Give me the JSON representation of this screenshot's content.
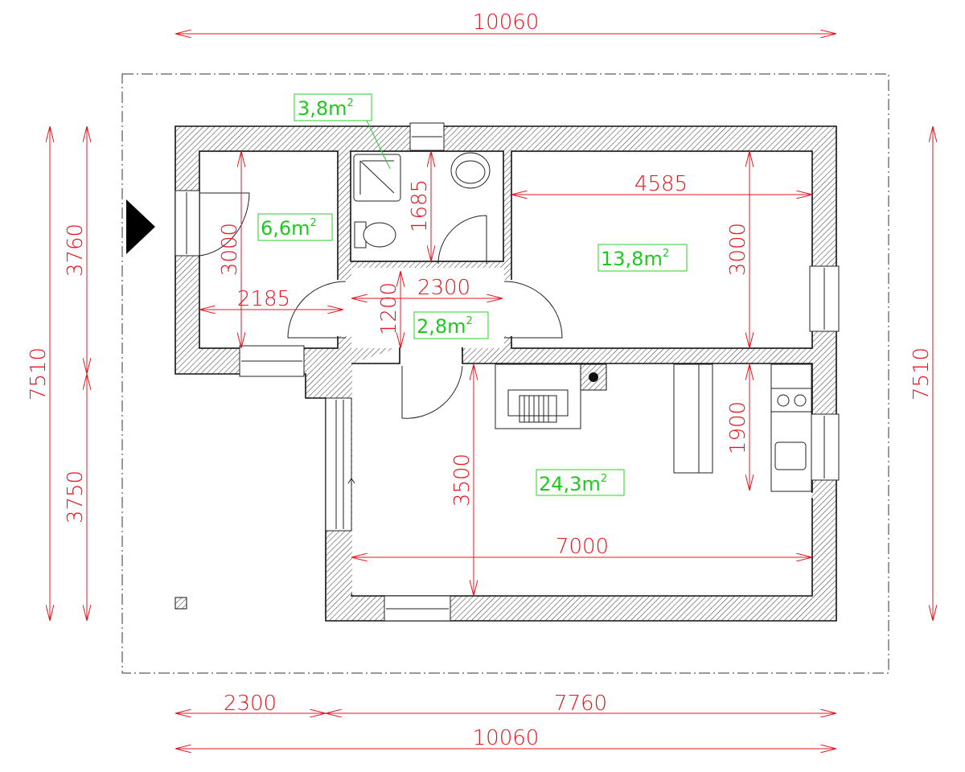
{
  "colors": {
    "dimension": "#e8141c",
    "area_label": "#1fc81f",
    "wall": "#111111"
  },
  "overall_dimensions": {
    "top_width": "10060",
    "bottom_width": "10060",
    "bottom_left": "2300",
    "bottom_right": "7760",
    "left_total": "7510",
    "left_upper": "3760",
    "left_lower": "3750",
    "right_total": "7510"
  },
  "rooms": {
    "room_left": {
      "area": "6,6m",
      "width": "2185",
      "depth": "3000"
    },
    "bathroom": {
      "area": "3,8m",
      "depth": "1685"
    },
    "hall": {
      "area": "2,8m",
      "width": "2300",
      "depth": "1200"
    },
    "room_right": {
      "area": "13,8m",
      "width": "4585",
      "depth": "3000"
    },
    "living_kitchen": {
      "area": "24,3m",
      "width": "7000",
      "depth": "3500",
      "kitchen_depth": "1900"
    }
  },
  "area_unit_superscript": "2",
  "entrance_icon": "entrance-arrow-icon"
}
